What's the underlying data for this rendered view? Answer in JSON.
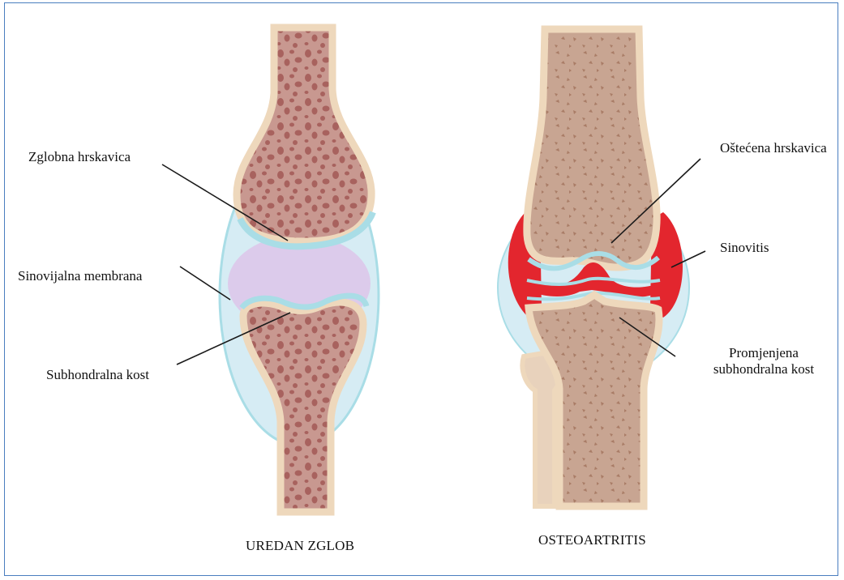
{
  "labels": {
    "articular_cartilage": "Zglobna hrskavica",
    "synovial_membrane": "Sinovijalna membrana",
    "subchondral_bone": "Subhondralna kost",
    "damaged_cartilage": "Oštećena hrskavica",
    "synovitis": "Sinovitis",
    "changed_bone_line1": "Promjenjena",
    "changed_bone_line2": "subhondralna kost"
  },
  "captions": {
    "normal": "UREDAN ZGLOB",
    "oa": "OSTEOARTRITIS"
  },
  "colors": {
    "bone": "#c89890",
    "bone_spots": "#a8625e",
    "bone_outline": "#eed8bc",
    "cartilage": "#a9dde6",
    "synovial": "#dccbeb",
    "capsule": "#cfe8f1",
    "inflamed": "#e3262e",
    "oa_bone": "#c8a592",
    "oa_spots": "#a97c66",
    "frame": "#4a7ebf"
  }
}
